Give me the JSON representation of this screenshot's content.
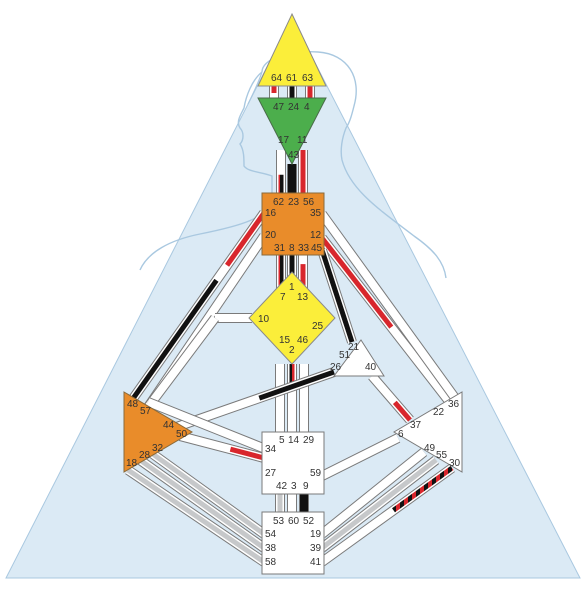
{
  "colors": {
    "background_triangle": "#dbeaf5",
    "body_outline": "#a9c8e0",
    "channel_white": "#ffffff",
    "channel_gray": "#c6c8ca",
    "channel_red": "#d8262c",
    "channel_black": "#111111",
    "channel_border": "#7a7a7a",
    "yellow": "#fbee3a",
    "green": "#4cae4c",
    "orange": "#e98c2a",
    "white_center": "#ffffff",
    "text": "#333333"
  },
  "centers": {
    "head": {
      "color": "yellow",
      "gates": [
        "64",
        "61",
        "63"
      ]
    },
    "ajna": {
      "color": "green",
      "gates": [
        "47",
        "24",
        "4",
        "17",
        "11",
        "43"
      ]
    },
    "throat": {
      "color": "orange",
      "gates": [
        "62",
        "23",
        "56",
        "16",
        "35",
        "20",
        "12",
        "31",
        "8",
        "33",
        "45"
      ]
    },
    "g_center": {
      "color": "yellow",
      "gates": [
        "1",
        "7",
        "13",
        "10",
        "25",
        "15",
        "2",
        "46"
      ]
    },
    "heart": {
      "color": "white",
      "gates": [
        "21",
        "51",
        "26",
        "40"
      ]
    },
    "spleen": {
      "color": "orange",
      "gates": [
        "48",
        "57",
        "44",
        "50",
        "32",
        "28",
        "18"
      ]
    },
    "sacral": {
      "color": "white",
      "gates": [
        "5",
        "14",
        "29",
        "34",
        "27",
        "59",
        "42",
        "3",
        "9"
      ]
    },
    "solar_plexus": {
      "color": "white",
      "gates": [
        "36",
        "22",
        "37",
        "6",
        "49",
        "55",
        "30"
      ]
    },
    "root": {
      "color": "white",
      "gates": [
        "53",
        "60",
        "52",
        "54",
        "19",
        "38",
        "39",
        "58",
        "41"
      ]
    }
  }
}
